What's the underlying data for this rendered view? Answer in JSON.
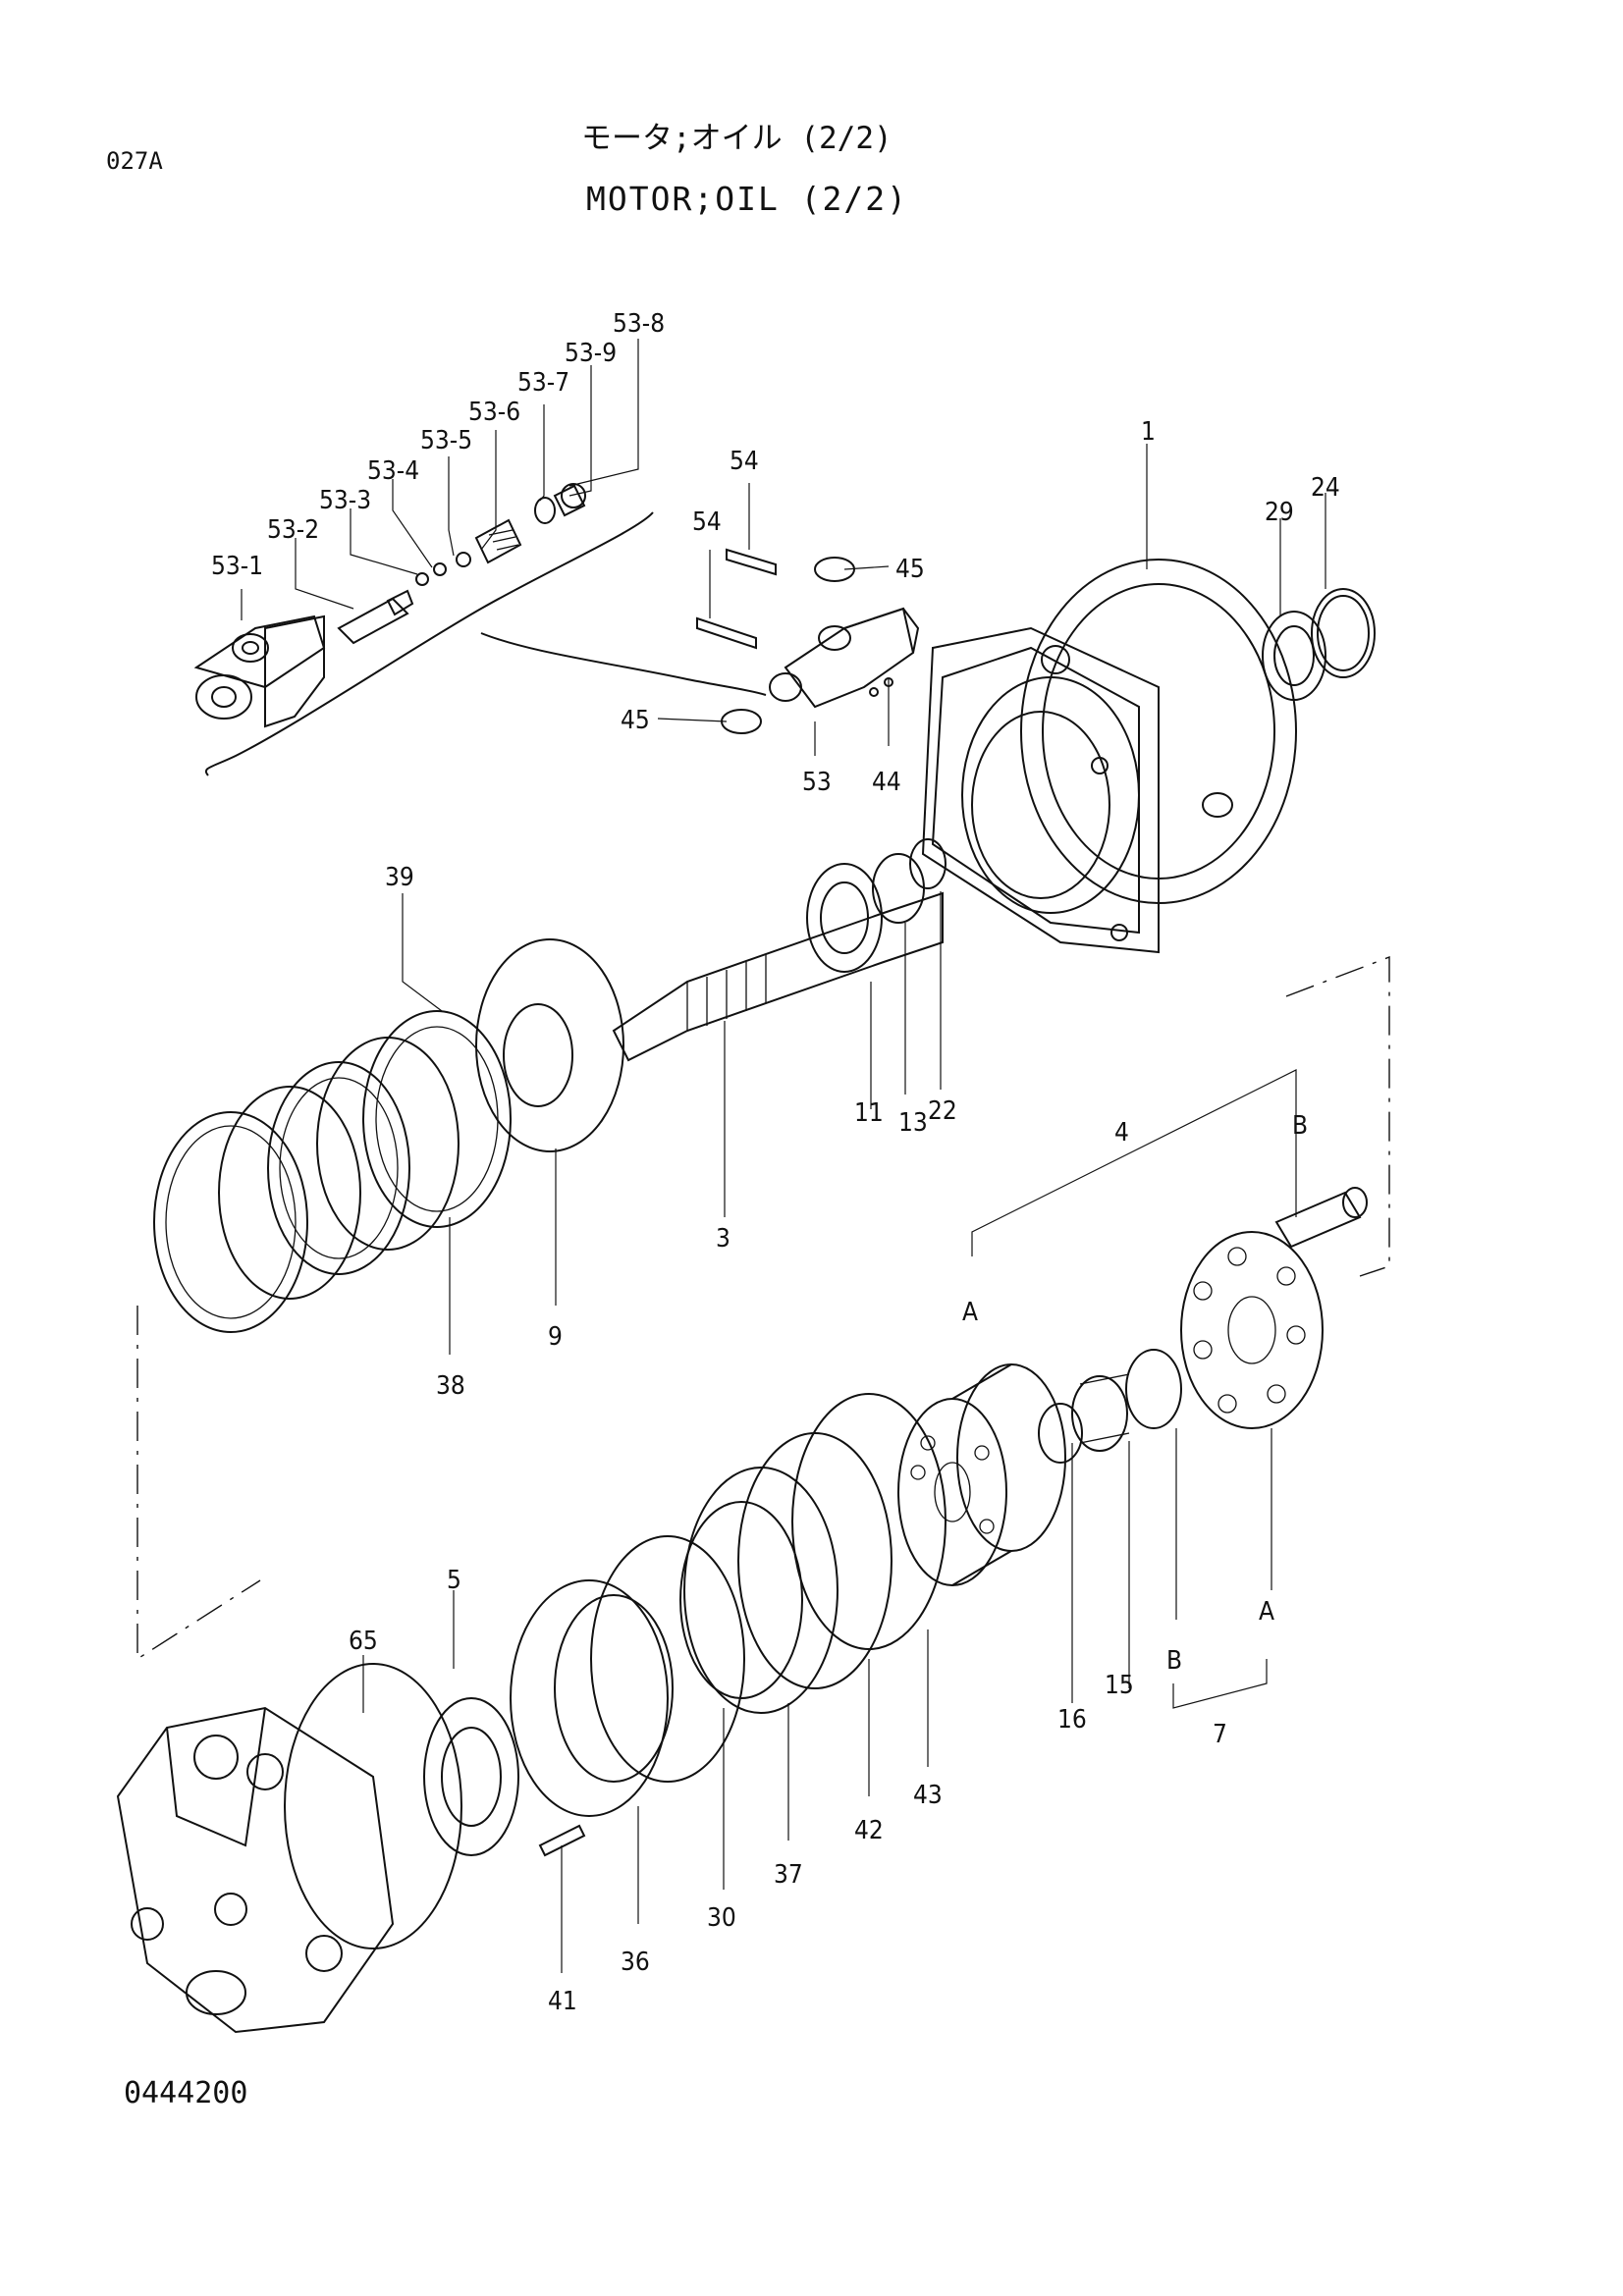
{
  "header": {
    "page_code": "027A",
    "title_jp": "モータ;オイル (2/2)",
    "title_en": "MOTOR;OIL (2/2)"
  },
  "figure_code": "0444200",
  "part_labels": {
    "p53_1": "53-1",
    "p53_2": "53-2",
    "p53_3": "53-3",
    "p53_4": "53-4",
    "p53_5": "53-5",
    "p53_6": "53-6",
    "p53_7": "53-7",
    "p53_8": "53-8",
    "p53_9": "53-9",
    "p54a": "54",
    "p54b": "54",
    "p45a": "45",
    "p45b": "45",
    "p53": "53",
    "p44": "44",
    "p1": "1",
    "p29": "29",
    "p24": "24",
    "p39": "39",
    "p3": "3",
    "p11": "11",
    "p13": "13",
    "p22": "22",
    "p9": "9",
    "p38": "38",
    "p4": "4",
    "pB_top": "B",
    "pA_top": "A",
    "pA_bot": "A",
    "pB_bot": "B",
    "p7": "7",
    "p16": "16",
    "p15": "15",
    "p5": "5",
    "p65": "65",
    "p43": "43",
    "p42": "42",
    "p37": "37",
    "p30": "30",
    "p36": "36",
    "p41": "41"
  }
}
